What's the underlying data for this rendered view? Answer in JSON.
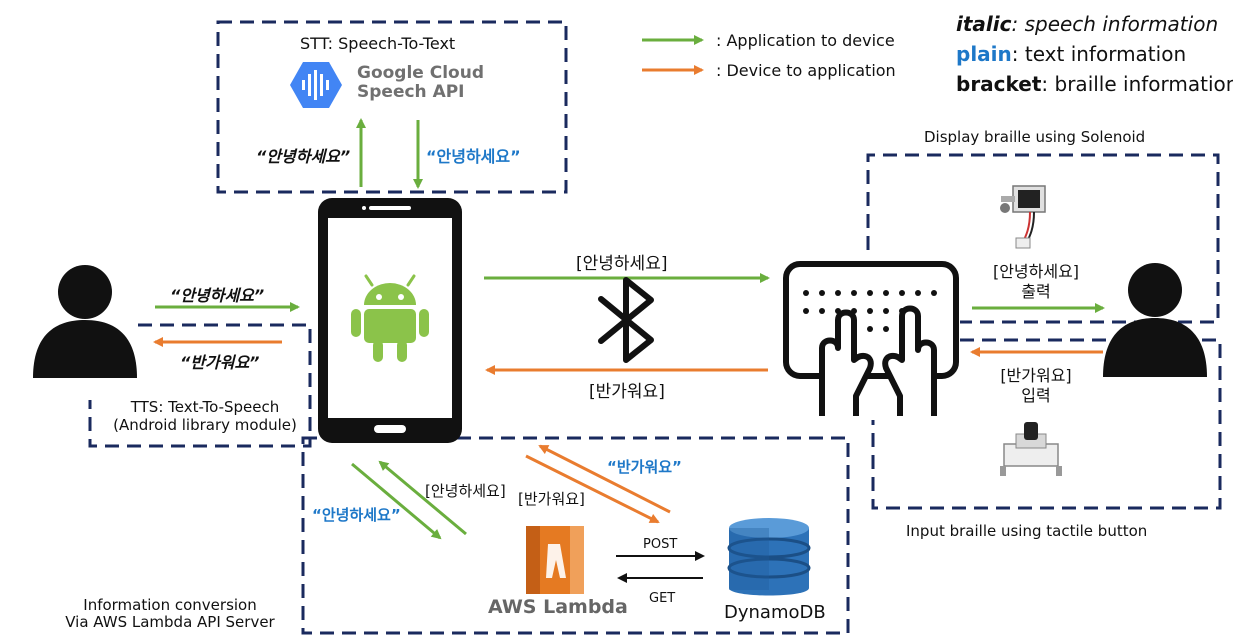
{
  "legend": {
    "app_to_device": ": Application to device",
    "device_to_app": ": Device to application",
    "italic_key": "italic",
    "italic_desc": ": speech information",
    "plain_key": "plain",
    "plain_desc": ": text information",
    "bracket_key": "bracket",
    "bracket_desc": ": braille information"
  },
  "stt": {
    "title": "STT: Speech-To-Text",
    "api_line1": "Google Cloud",
    "api_line2": "Speech API",
    "speech_up": "“안녕하세요”",
    "text_down": "“안녕하세요”"
  },
  "tts": {
    "line1": "TTS: Text-To-Speech",
    "line2": "(Android library module)"
  },
  "user_left": {
    "speech_in": "“안녕하세요”",
    "speech_out": "“반가워요”"
  },
  "bluetooth": {
    "braille_to_device": "[안녕하세요]",
    "braille_to_app": "[반가워요]"
  },
  "right_panel": {
    "display_title": "Display braille using Solenoid",
    "output_braille": "[안녕하세요]",
    "output_word": "출력",
    "input_braille": "[반가워요]",
    "input_word": "입력",
    "input_title": "Input braille using tactile button"
  },
  "aws": {
    "title_line1": "Information conversion",
    "title_line2": "Via AWS Lambda API Server",
    "green_text": "“안녕하세요”",
    "green_braille": "[안녕하세요]",
    "orange_braille": "[반가워요]",
    "orange_text": "“반가워요”",
    "lambda_label": "AWS Lambda",
    "post": "POST",
    "get": "GET",
    "dynamo_label": "DynamoDB"
  },
  "colors": {
    "green": "#6aae3e",
    "orange": "#e97c2f",
    "navy": "#1a2a5e",
    "blue_text": "#1e78c8",
    "android": "#8bc34a",
    "lambda": "#e57a22",
    "dynamo": "#2d72b8",
    "google": "#4285f4"
  }
}
